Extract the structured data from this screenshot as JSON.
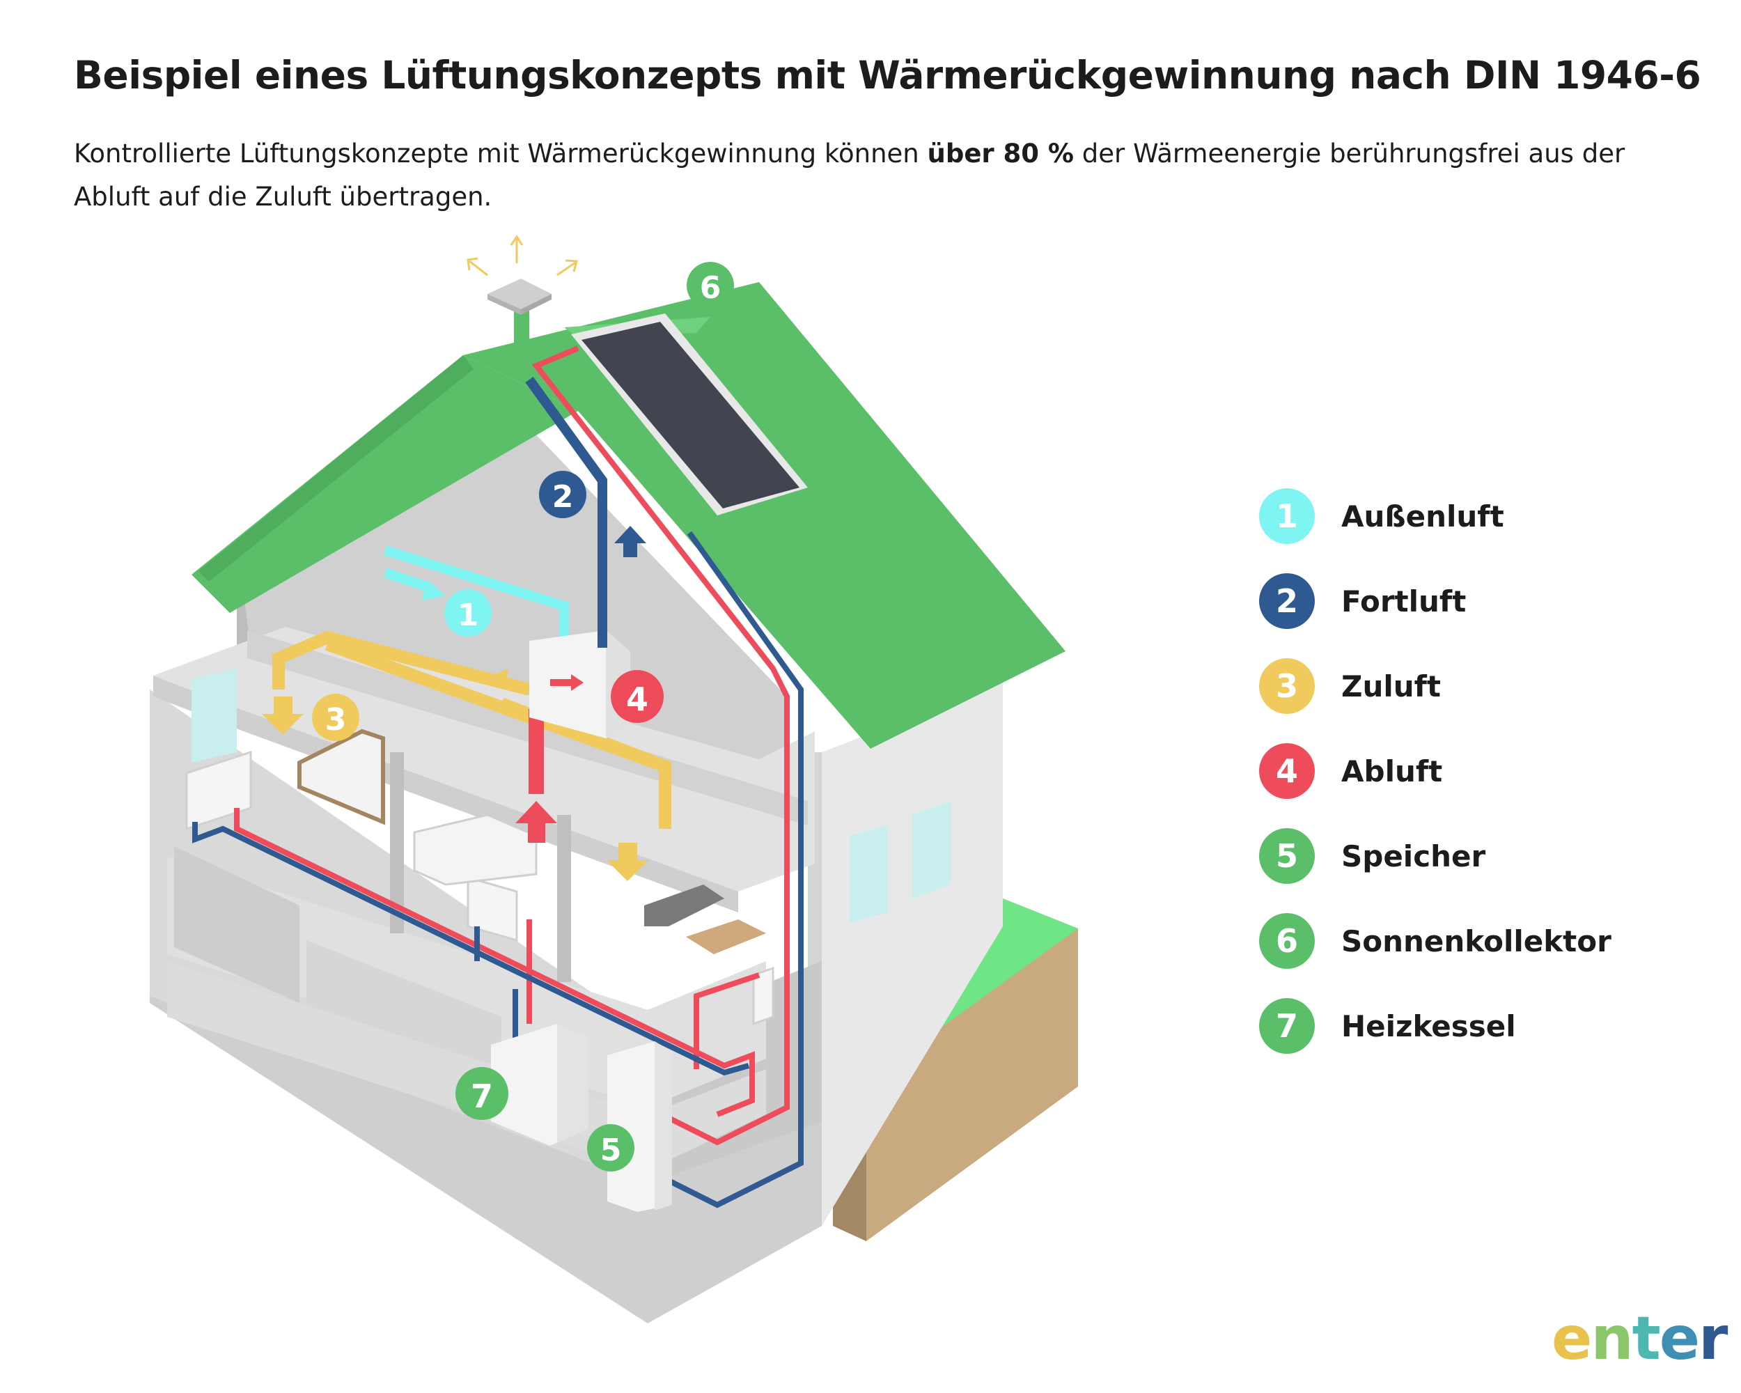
{
  "title": "Beispiel eines Lüftungskonzepts mit Wärmerückgewinnung nach DIN 1946-6",
  "subtitle": {
    "before": "Kontrollierte Lüftungskonzepte mit Wärmerückgewinnung können ",
    "bold": "über 80 %",
    "after": " der Wärmeenergie berührungsfrei aus der Abluft auf die Zuluft übertragen."
  },
  "colors": {
    "aussenluft": "#7ef5f3",
    "fortluft": "#2e5a91",
    "zuluft": "#f1ca5e",
    "abluft": "#ee4b5b",
    "green": "#5bbf6a"
  },
  "legend": [
    {
      "number": "1",
      "label": "Außenluft",
      "color": "#7ef5f3"
    },
    {
      "number": "2",
      "label": "Fortluft",
      "color": "#2e5a91"
    },
    {
      "number": "3",
      "label": "Zuluft",
      "color": "#f1ca5e"
    },
    {
      "number": "4",
      "label": "Abluft",
      "color": "#ee4b5b"
    },
    {
      "number": "5",
      "label": "Speicher",
      "color": "#5bbf6a"
    },
    {
      "number": "6",
      "label": "Sonnenkollektor",
      "color": "#5bbf6a"
    },
    {
      "number": "7",
      "label": "Heizkessel",
      "color": "#5bbf6a"
    }
  ],
  "markers": {
    "m1": "1",
    "m2": "2",
    "m3": "3",
    "m4": "4",
    "m5": "5",
    "m6": "6",
    "m7": "7"
  },
  "logo": {
    "e": "e",
    "n": "n",
    "t": "t",
    "e2": "e",
    "r": "r"
  }
}
